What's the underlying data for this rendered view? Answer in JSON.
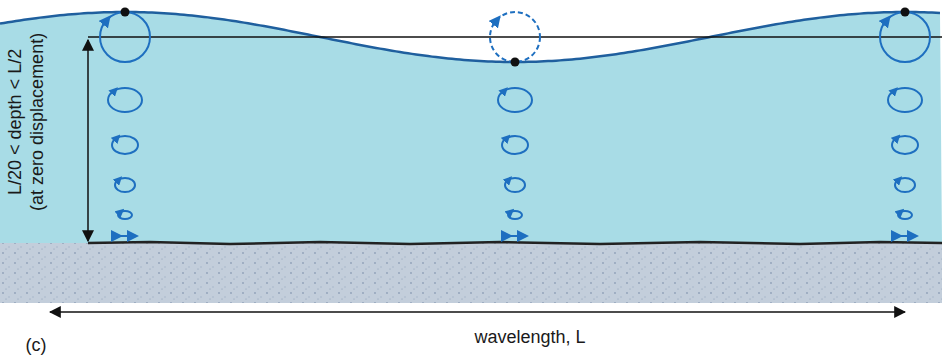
{
  "diagram": {
    "labels": [
      "L/20 < depth < L/2",
      "(at zero displacement)",
      "wavelength, L",
      "(c)"
    ]
  }
}
